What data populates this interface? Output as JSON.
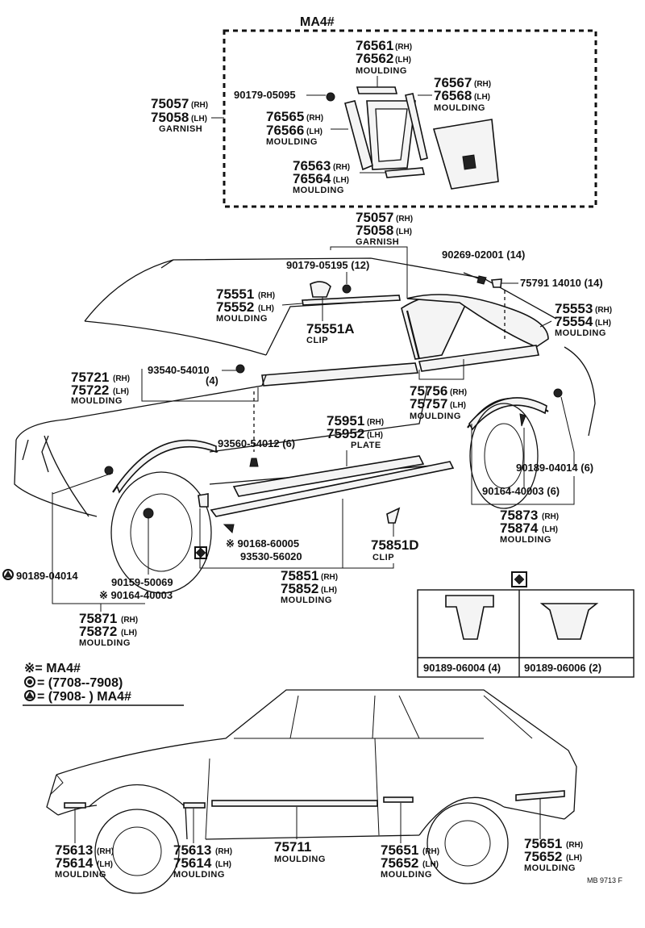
{
  "top_group": {
    "title": "MA4#",
    "m76561": {
      "a": "76561",
      "as": "(RH)",
      "b": "76562",
      "bs": "(LH)",
      "n": "MOULDING"
    },
    "m76567": {
      "a": "76567",
      "as": "(RH)",
      "b": "76568",
      "bs": "(LH)",
      "n": "MOULDING"
    },
    "bolt": "90179-05095",
    "garnish": {
      "a": "75057",
      "as": "(RH)",
      "b": "75058",
      "bs": "(LH)",
      "n": "GARNISH"
    },
    "m76565": {
      "a": "76565",
      "as": "(RH)",
      "b": "76566",
      "bs": "(LH)",
      "n": "MOULDING"
    },
    "m76563": {
      "a": "76563",
      "as": "(RH)",
      "b": "76564",
      "bs": "(LH)",
      "n": "MOULDING"
    }
  },
  "main": {
    "garnish2": {
      "a": "75057",
      "as": "(RH)",
      "b": "75058",
      "bs": "(LH)",
      "n": "GARNISH"
    },
    "p90269": "90269-02001 (14)",
    "p90179": "90179-05195 (12)",
    "p75791": "75791 14010 (14)",
    "m75551": {
      "a": "75551",
      "as": "(RH)",
      "b": "75552",
      "bs": "(LH)",
      "n": "MOULDING"
    },
    "c75551a": {
      "a": "75551A",
      "n": "CLIP"
    },
    "m75553": {
      "a": "75553",
      "as": "(RH)",
      "b": "75554",
      "bs": "(LH)",
      "n": "MOULDING"
    },
    "m75721": {
      "a": "75721",
      "as": "(RH)",
      "b": "75722",
      "bs": "(LH)",
      "n": "MOULDING"
    },
    "p93540": "93540-54010",
    "p93540q": "(4)",
    "m75756": {
      "a": "75756",
      "as": "(RH)",
      "b": "75757",
      "bs": "(LH)",
      "n": "MOULDING"
    },
    "plate": {
      "a": "75951",
      "as": "(RH)",
      "b": "75952",
      "bs": "(LH)",
      "n": "PLATE"
    },
    "p93560": "93560-54012 (6)",
    "p90189r": "90189-04014 (6)",
    "p90164r": "90164-40003 (6)",
    "m75873": {
      "a": "75873",
      "as": "(RH)",
      "b": "75874",
      "bs": "(LH)",
      "n": "MOULDING"
    },
    "p90168": "※ 90168-60005",
    "p93530": "93530-56020",
    "c75851d": {
      "a": "75851D",
      "n": "CLIP"
    },
    "p90189l": "90189-04014",
    "p90159": "90159-50069",
    "p90164l": "※ 90164-40003",
    "m75851": {
      "a": "75851",
      "as": "(RH)",
      "b": "75852",
      "bs": "(LH)",
      "n": "MOULDING"
    },
    "m75871": {
      "a": "75871",
      "as": "(RH)",
      "b": "75872",
      "bs": "(LH)",
      "n": "MOULDING"
    }
  },
  "clip_table": {
    "left": "90189-06004 (4)",
    "right": "90189-06006 (2)"
  },
  "legend": {
    "l1": "※= MA4#",
    "l2": "= (7708--7908)",
    "l3": "= (7908-        ) MA4#"
  },
  "side": {
    "f1": {
      "a": "75613",
      "as": "(RH)",
      "b": "75614",
      "bs": "(LH)",
      "n": "MOULDING"
    },
    "f2": {
      "a": "75613",
      "as": "(RH)",
      "b": "75614",
      "bs": "(LH)",
      "n": "MOULDING"
    },
    "c": {
      "a": "75711",
      "n": "MOULDING"
    },
    "r1": {
      "a": "75651",
      "as": "(RH)",
      "b": "75652",
      "bs": "(LH)",
      "n": "MOULDING"
    },
    "r2": {
      "a": "75651",
      "as": "(RH)",
      "b": "75652",
      "bs": "(LH)",
      "n": "MOULDING"
    }
  },
  "footer": "MB  9713 F"
}
